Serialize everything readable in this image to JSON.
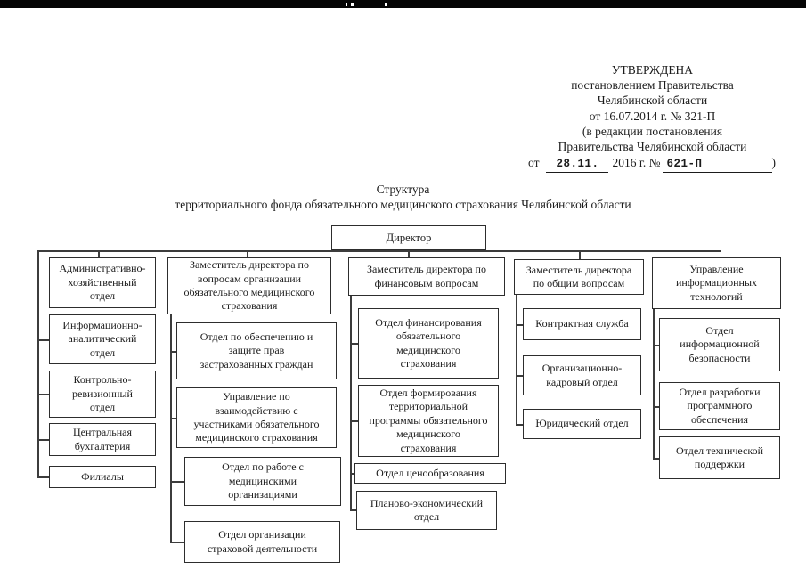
{
  "approval": {
    "line1": "УТВЕРЖДЕНА",
    "line2": "постановлением Правительства",
    "line3": "Челябинской области",
    "line4": "от 16.07.2014 г. № 321-П",
    "line5": "(в редакции постановления",
    "line6": "Правительства Челябинской области",
    "line7_prefix": "от",
    "line7_blank1": "28.11.",
    "line7_mid": "2016 г. №",
    "line7_blank2": "621-П",
    "line7_suffix": ")"
  },
  "title": {
    "line1": "Структура",
    "line2": "территориального фонда обязательного медицинского страхования Челябинской области"
  },
  "org": {
    "director": "Директор",
    "col1": {
      "boxes": [
        "Административно-\nхозяйственный\nотдел",
        "Информационно-\nаналитический\nотдел",
        "Контрольно-\nревизионный\nотдел",
        "Центральная\nбухгалтерия",
        "Филиалы"
      ]
    },
    "col2": {
      "header": "Заместитель директора по\nвопросам организации\nобязательного медицинского\nстрахования",
      "boxes": [
        "Отдел по обеспечению и\nзащите прав\nзастрахованных граждан",
        "Управление по\nвзаимодействию с\nучастниками обязательного\nмедицинского страхования",
        "Отдел по работе с\nмедицинскими\nорганизациями",
        "Отдел организации\nстраховой деятельности"
      ]
    },
    "col3": {
      "header": "Заместитель директора по\nфинансовым вопросам",
      "boxes": [
        "Отдел финансирования\nобязательного\nмедицинского\nстрахования",
        "Отдел формирования\nтерриториальной\nпрограммы обязательного\nмедицинского\nстрахования",
        "Отдел ценообразования",
        "Планово-экономический\nотдел"
      ]
    },
    "col4": {
      "header": "Заместитель директора\nпо общим вопросам",
      "boxes": [
        "Контрактная служба",
        "Организационно-\nкадровый отдел",
        "Юридический отдел"
      ]
    },
    "col5": {
      "header": "Управление\nинформационных\nтехнологий",
      "boxes": [
        "Отдел\nинформационной\nбезопасности",
        "Отдел разработки\nпрограммного\nобеспечения",
        "Отдел технической\nподдержки"
      ]
    }
  }
}
